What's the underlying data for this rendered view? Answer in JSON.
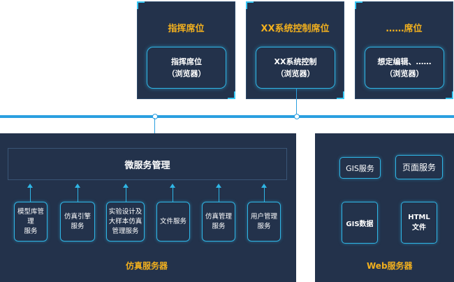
{
  "seats": [
    {
      "title": "指挥席位",
      "inner_line1": "指挥席位",
      "inner_line2": "（浏览器）"
    },
    {
      "title": "XX系统控制席位",
      "inner_line1": "XX系统控制",
      "inner_line2": "（浏览器）"
    },
    {
      "title": "……席位",
      "inner_line1": "想定编辑、……",
      "inner_line2": "（浏览器）"
    }
  ],
  "sim_server": {
    "label": "仿真服务器",
    "microservice": "微服务管理",
    "services": [
      {
        "line1": "模型库管理",
        "line2": "服务",
        "line3": ""
      },
      {
        "line1": "仿真引擎",
        "line2": "服务",
        "line3": ""
      },
      {
        "line1": "实验设计及",
        "line2": "大样本仿真",
        "line3": "管理服务"
      },
      {
        "line1": "文件服务",
        "line2": "",
        "line3": ""
      },
      {
        "line1": "仿真管理",
        "line2": "服务",
        "line3": ""
      },
      {
        "line1": "用户管理",
        "line2": "服务",
        "line3": ""
      }
    ]
  },
  "web_server": {
    "label": "Web服务器",
    "gis_service": "GIS服务",
    "page_service": "页面服务",
    "gis_data": "GIS数据",
    "html_line1": "HTML",
    "html_line2": "文件"
  },
  "colors": {
    "panel": "#23324b",
    "accent": "#2fb6e6",
    "title": "#f2b01e",
    "bus": "#2a9fe0"
  }
}
